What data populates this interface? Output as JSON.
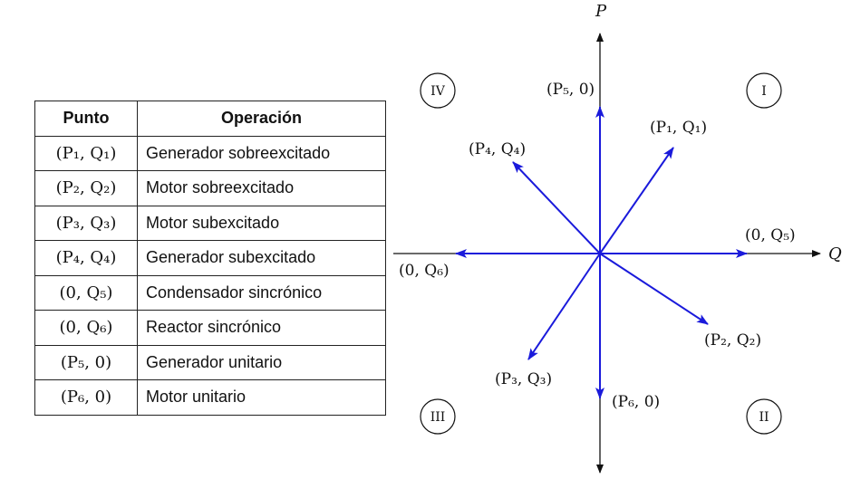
{
  "table": {
    "headers": [
      "Punto",
      "Operación"
    ],
    "rows": [
      {
        "point": "(P₁, Q₁)",
        "operation": "Generador sobreexcitado"
      },
      {
        "point": "(P₂, Q₂)",
        "operation": "Motor sobreexcitado"
      },
      {
        "point": "(P₃, Q₃)",
        "operation": "Motor subexcitado"
      },
      {
        "point": "(P₄, Q₄)",
        "operation": "Generador subexcitado"
      },
      {
        "point": "(0, Q₅)",
        "operation": "Condensador sincrónico"
      },
      {
        "point": "(0, Q₆)",
        "operation": "Reactor sincrónico"
      },
      {
        "point": "(P₅, 0)",
        "operation": "Generador unitario"
      },
      {
        "point": "(P₆, 0)",
        "operation": "Motor unitario"
      }
    ]
  },
  "diagram": {
    "axis_p_label": "P",
    "axis_q_label": "Q",
    "quadrants": {
      "q1": "I",
      "q2": "II",
      "q3": "III",
      "q4": "IV"
    },
    "vector_color": "#1a1adb",
    "vectors": [
      {
        "id": "p1q1",
        "label": "(P₁, Q₁)",
        "q": 1,
        "p": 1
      },
      {
        "id": "p2q2",
        "label": "(P₂, Q₂)",
        "q": 1,
        "p": -1
      },
      {
        "id": "p3q3",
        "label": "(P₃, Q₃)",
        "q": -1,
        "p": -1
      },
      {
        "id": "p4q4",
        "label": "(P₄, Q₄)",
        "q": -1,
        "p": 1
      },
      {
        "id": "0q5",
        "label": "(0, Q₅)",
        "q": 1,
        "p": 0
      },
      {
        "id": "0q6",
        "label": "(0, Q₆)",
        "q": -1,
        "p": 0
      },
      {
        "id": "p50",
        "label": "(P₅, 0)",
        "q": 0,
        "p": 1
      },
      {
        "id": "p60",
        "label": "(P₆, 0)",
        "q": 0,
        "p": -1
      }
    ]
  }
}
